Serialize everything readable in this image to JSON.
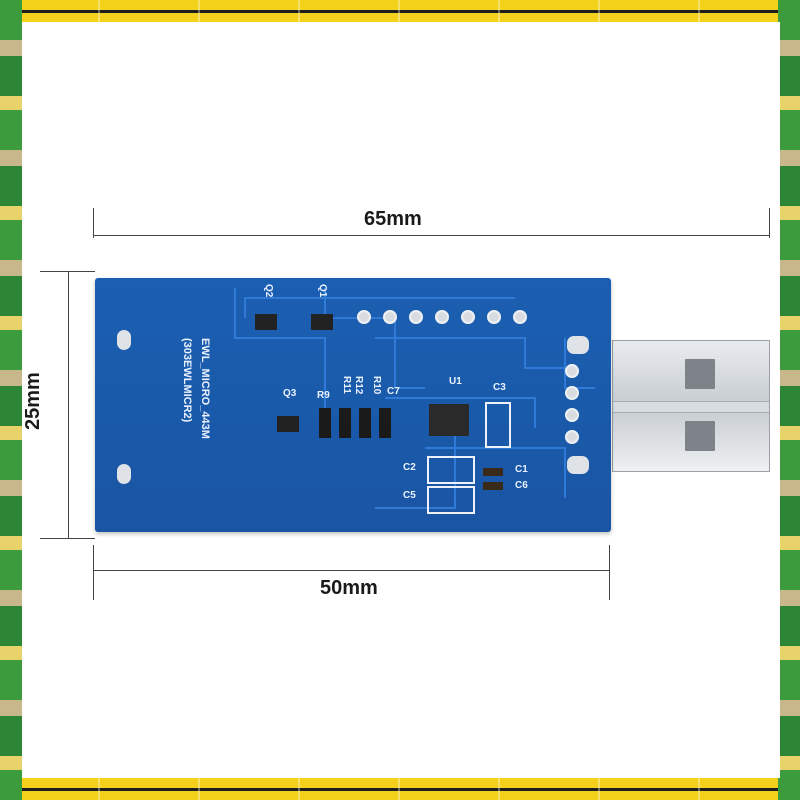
{
  "dimensions": {
    "total_length": "65mm",
    "board_length": "50mm",
    "board_width": "25mm"
  },
  "silkscreen": {
    "model_line1": "EWL_MICRO_443M",
    "model_line2": "(303EWLMICR2)",
    "q1": "Q1",
    "q2": "Q2",
    "q3": "Q3",
    "u1": "U1",
    "r9": "R9",
    "r10": "R10",
    "r11": "R11",
    "r12": "R12",
    "c1": "C1",
    "c2": "C2",
    "c3": "C3",
    "c5": "C5",
    "c6": "C6",
    "c7": "C7"
  }
}
